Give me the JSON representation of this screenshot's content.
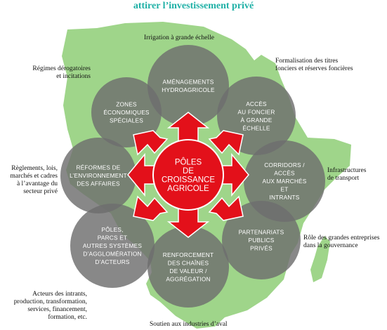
{
  "title": "attirer l’investissement privé",
  "center": {
    "lines": [
      "PÔLES",
      "DE",
      "CROISSANCE",
      "AGRICOLE"
    ]
  },
  "circles": [
    {
      "id": "amenagements",
      "lines": [
        "AMÉNAGEMENTS",
        "HYDROAGRICOLE"
      ]
    },
    {
      "id": "acces-foncier",
      "lines": [
        "ACCÈS",
        "AU FONCIER",
        "À GRANDE",
        "ÉCHELLE"
      ]
    },
    {
      "id": "corridors",
      "lines": [
        "CORRIDORS /",
        "ACCÈS",
        "AUX MARCHÉS",
        "ET",
        "INTRANTS"
      ]
    },
    {
      "id": "partenariats",
      "lines": [
        "PARTENARIATS",
        "PUBLICS",
        "PRIVÉS"
      ]
    },
    {
      "id": "renforcement",
      "lines": [
        "RENFORCEMENT",
        "DES CHAÎNES",
        "DE VALEUR /",
        "AGGRÉGATION"
      ]
    },
    {
      "id": "poles-parcs",
      "lines": [
        "PÔLES,",
        "PARCS ET",
        "AUTRES SYSTÈMES",
        "D’AGGLOMÉRATION",
        "D’ACTEURS"
      ]
    },
    {
      "id": "reformes",
      "lines": [
        "RÉFORMES DE",
        "L’ENVIRONNEMENT",
        "DES AFFAIRES"
      ]
    },
    {
      "id": "zones",
      "lines": [
        "ZONES",
        "ÉCONOMIQUES",
        "SPÉCIALES"
      ]
    }
  ],
  "annotations": {
    "irrigation": [
      "Irrigation à grande échelle"
    ],
    "formalisation": [
      "Formalisation des titres",
      "fonciers et réserves foncières"
    ],
    "regimes": [
      "Régimes dérogatoires",
      "et incitations"
    ],
    "reglements": [
      "Règlements, lois,",
      "marchés et cadres",
      "à l’avantage du",
      "secteur privé"
    ],
    "infrastructures": [
      "Infrastructures",
      "de transport"
    ],
    "role": [
      "Rôle des grandes entreprises",
      "dans la gouvernance"
    ],
    "acteurs": [
      "Acteurs des intrants,",
      "production, transformation,",
      "services, financement,",
      "formation, etc."
    ],
    "soutien": [
      "Soutien aux industries d’aval"
    ]
  },
  "colors": {
    "title": "#1fb0a6",
    "continent": "#9fd58a",
    "circle": "#6e6e6e",
    "center": "#e3101a",
    "arrow": "#e3101a"
  }
}
